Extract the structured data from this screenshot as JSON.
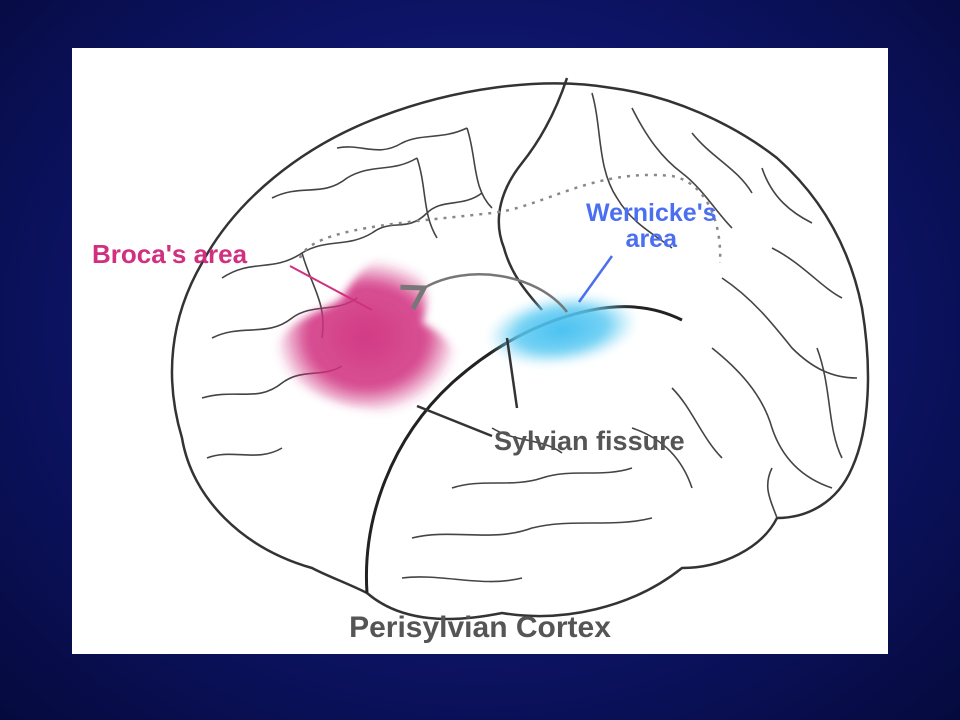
{
  "labels": {
    "broca": "Broca's area",
    "wernicke_line1": "Wernicke's",
    "wernicke_line2": "area",
    "sylvian": "Sylvian fissure",
    "caption": "Perisylvian Cortex"
  },
  "colors": {
    "broca": "#d0307f",
    "wernicke": "#4b6ff0",
    "caption": "#555555",
    "outline": "#333333"
  }
}
